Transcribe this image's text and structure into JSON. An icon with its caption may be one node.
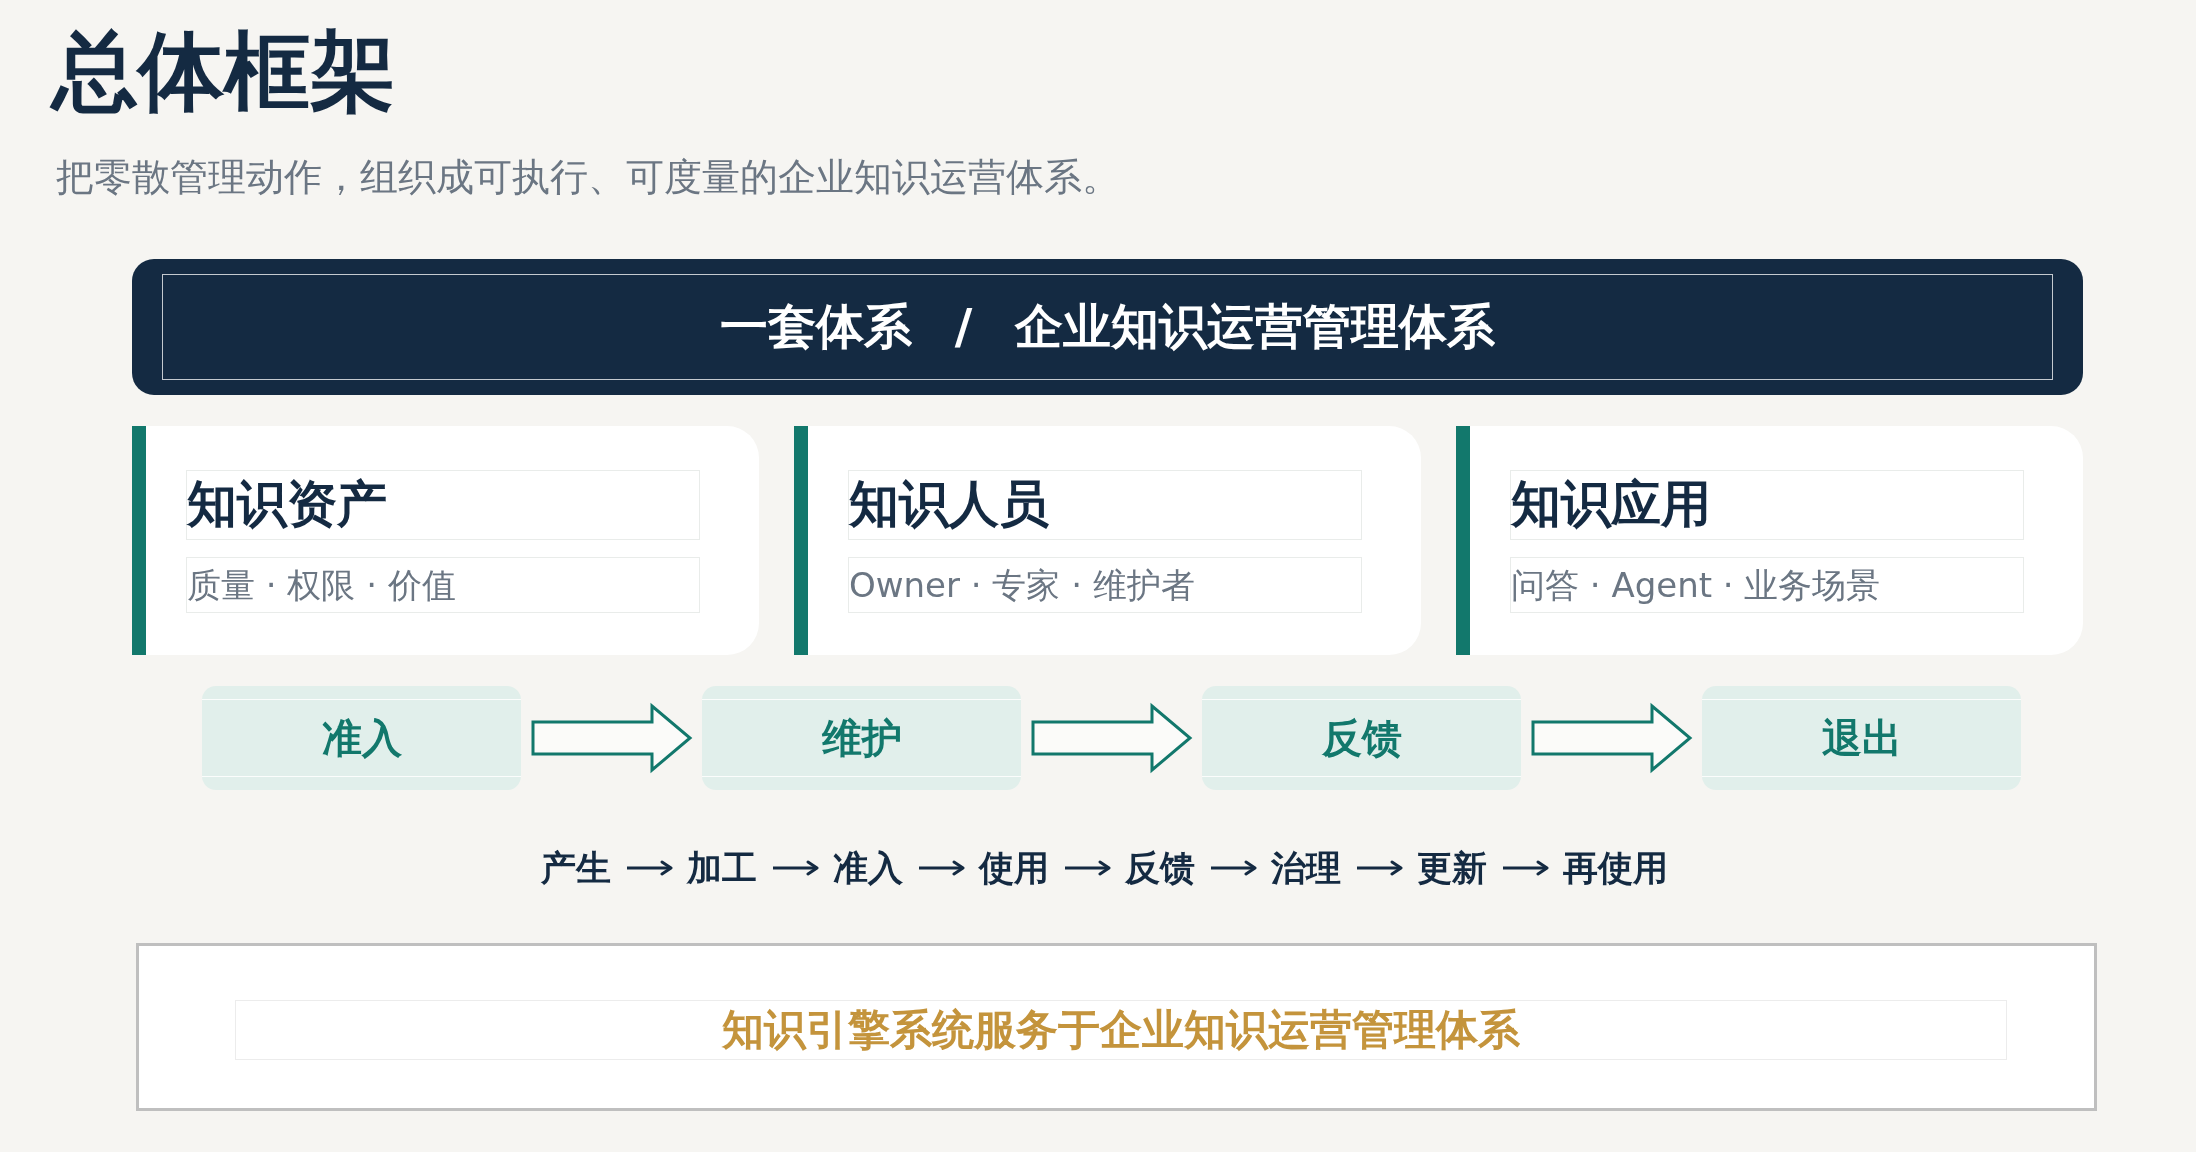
{
  "diagram": {
    "title": "总体框架",
    "nodes": [
      {
        "text": [
          "一套体系 / 企业知识运营管理体系"
        ]
      },
      {
        "text": [
          "知识资产",
          "质量 · 权限 · 价值"
        ]
      },
      {
        "text": [
          "知识人员",
          "Owner · 专家 · 维护者"
        ]
      },
      {
        "text": [
          "知识应用",
          "问答 · Agent · 业务场景"
        ]
      },
      {
        "text": [
          "准入"
        ]
      },
      {
        "text": [
          "维护"
        ]
      },
      {
        "text": [
          "反馈"
        ]
      },
      {
        "text": [
          "退出"
        ]
      },
      {
        "text": [
          "产生"
        ]
      },
      {
        "text": [
          "加工"
        ]
      },
      {
        "text": [
          "准入"
        ]
      },
      {
        "text": [
          "使用"
        ]
      },
      {
        "text": [
          "反馈"
        ]
      },
      {
        "text": [
          "治理"
        ]
      },
      {
        "text": [
          "更新"
        ]
      },
      {
        "text": [
          "再使用"
        ]
      },
      {
        "text": [
          "知识引擎系统服务于企业知识运营管理体系"
        ]
      }
    ],
    "edges": [
      {
        "from": 4,
        "to": 5,
        "arrow": "to",
        "style": "thick"
      },
      {
        "from": 5,
        "to": 6,
        "arrow": "to",
        "style": "thick"
      },
      {
        "from": 6,
        "to": 7,
        "arrow": "to",
        "style": "thick"
      },
      {
        "from": 8,
        "to": 9,
        "arrow": "to"
      },
      {
        "from": 9,
        "to": 10,
        "arrow": "to"
      },
      {
        "from": 10,
        "to": 11,
        "arrow": "to"
      },
      {
        "from": 11,
        "to": 12,
        "arrow": "to"
      },
      {
        "from": 12,
        "to": 13,
        "arrow": "to"
      },
      {
        "from": 13,
        "to": 14,
        "arrow": "to"
      },
      {
        "from": 14,
        "to": 15,
        "arrow": "to"
      }
    ],
    "labels": [
      "把零散管理动作，组织成可执行、可度量的企业知识运营体系。"
    ]
  }
}
